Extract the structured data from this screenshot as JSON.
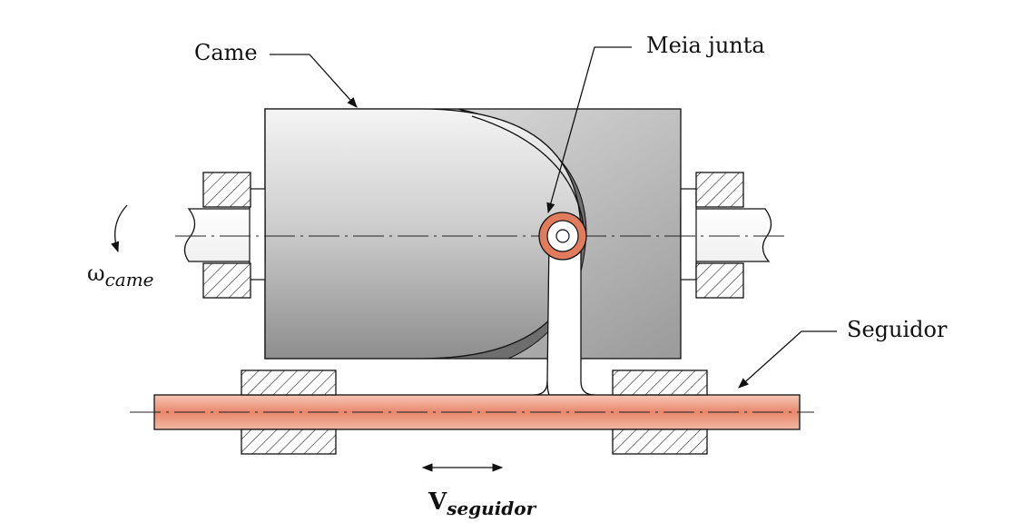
{
  "labels": {
    "cam": "Came",
    "half_joint": "Meia junta",
    "follower": "Seguidor",
    "omega_symbol": "ω",
    "omega_subscript": "came",
    "velocity_symbol": "V",
    "velocity_subscript": "seguidor"
  },
  "colors": {
    "cam_light": "#f4f4f4",
    "cam_dark": "#8e8e8e",
    "cam_groove": "#6e6e6e",
    "follower_fill": "#f2b49e",
    "follower_mid": "#e8876c",
    "joint_ring": "#e07c5c",
    "outline": "#111111"
  }
}
